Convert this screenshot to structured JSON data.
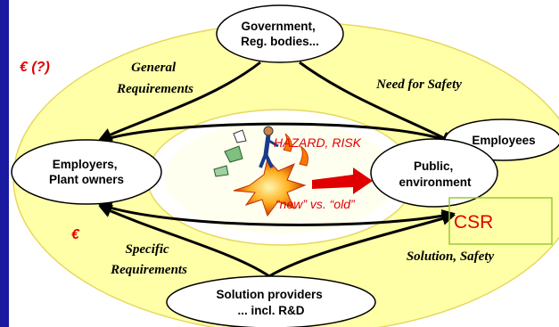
{
  "nodes": {
    "government": [
      "Government,",
      "Reg. bodies..."
    ],
    "employers": [
      "Employers,",
      "Plant owners"
    ],
    "employees": "Employees",
    "public": [
      "Public,",
      "environment"
    ],
    "solution_providers": [
      "Solution providers",
      "... incl. R&D"
    ]
  },
  "relations": {
    "general_requirements": [
      "General",
      "Requirements"
    ],
    "need_for_safety": "Need for Safety",
    "specific_requirements": [
      "Specific",
      "Requirements"
    ],
    "solution_safety": "Solution, Safety"
  },
  "money": {
    "top": "€ (?)",
    "bottom": "€"
  },
  "center": {
    "hazard": "HAZARD, RISK",
    "comparison": "“new” vs. “old”"
  },
  "csr": "CSR",
  "colors": {
    "left_bar": "#1a1aa0",
    "ring": "#ffffa8",
    "accent_red": "#e00000",
    "csr_box_border": "#99cc33"
  }
}
